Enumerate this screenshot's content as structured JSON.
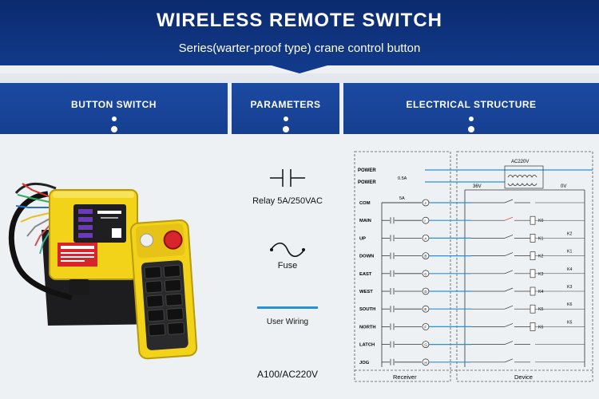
{
  "header": {
    "title": "WIRELESS REMOTE  SWITCH",
    "subtitle": "Series(warter-proof type) crane control button"
  },
  "tabs": [
    {
      "label": "BUTTON SWITCH"
    },
    {
      "label": "PARAMETERS"
    },
    {
      "label": "ELECTRICAL STRUCTURE"
    }
  ],
  "parameters": {
    "relay": "Relay 5A/250VAC",
    "fuse": "Fuse",
    "user_wiring": "User Wiring",
    "model": "A100/AC220V"
  },
  "diagram": {
    "power_1": "POWER",
    "power_2": "POWER",
    "fuse_1": "0.5A",
    "fuse_2": "5A",
    "ac": "AC220V",
    "v36": "36V",
    "v0": "0V",
    "rows": [
      {
        "label": "COM",
        "term": "J",
        "k": ""
      },
      {
        "label": "MAIN",
        "term": "I",
        "k": "K0"
      },
      {
        "label": "UP",
        "term": "A",
        "k": "K1"
      },
      {
        "label": "DOWN",
        "term": "B",
        "k": "K2"
      },
      {
        "label": "EAST",
        "term": "C",
        "k": "K3"
      },
      {
        "label": "WEST",
        "term": "D",
        "k": "K4"
      },
      {
        "label": "SOUTH",
        "term": "E",
        "k": "K5"
      },
      {
        "label": "NORTH",
        "term": "F",
        "k": "K6"
      },
      {
        "label": "LATCH",
        "term": "G",
        "k": ""
      },
      {
        "label": "JOG",
        "term": "H",
        "k": ""
      }
    ],
    "right_labels": [
      "K2",
      "K1",
      "K4",
      "K3",
      "K6",
      "K5"
    ],
    "receiver": "Receiver",
    "device": "Device"
  },
  "colors": {
    "banner": "#0b2a6e",
    "tab": "#1c4aa2",
    "wire_blue": "#2b8fd6",
    "remote_yellow": "#f2d31a",
    "red_button": "#d8242b"
  }
}
